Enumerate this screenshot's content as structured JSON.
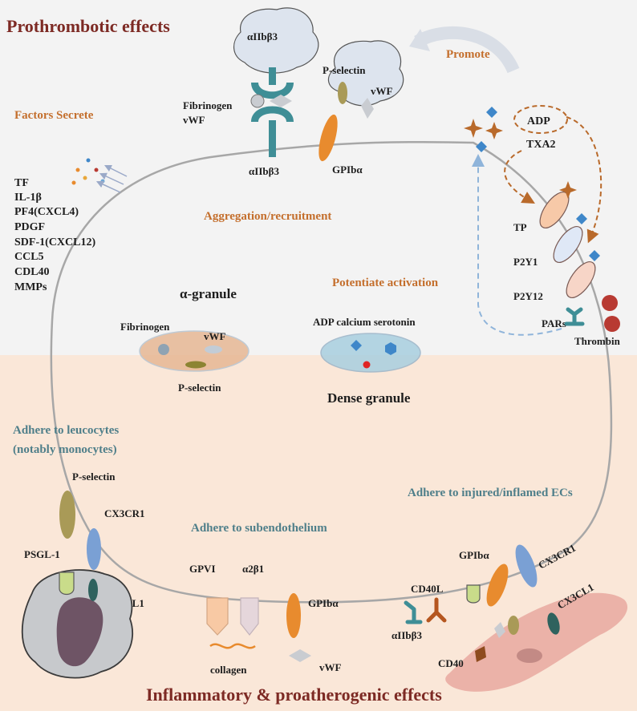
{
  "colors": {
    "top_background": "#f3f3f3",
    "bottom_background": "#fae7d8",
    "cell_border": "#a7a7a7",
    "heading_red": "#7d2a24",
    "label_orange": "#c46f2d",
    "label_teal": "#4f7f8a",
    "receptor_teal": "#3f8e96",
    "gpib_orange": "#e88b2e",
    "pselectin_olive": "#a99a57",
    "cx3cr1_blue": "#7aa0d4",
    "cx3cl1_green": "#2f625e",
    "adp_blue": "#3f87c9",
    "thrombin_red": "#b83a32",
    "arrow_brown": "#b96a2b",
    "arrow_dash_blue": "#8fb4da"
  },
  "headings": {
    "top": "Prothrombotic effects",
    "bottom": "Inflammatory & proatherogenic effects"
  },
  "top_section": {
    "promote": "Promote",
    "factors_secrete": "Factors Secrete",
    "factors": [
      "TF",
      "IL-1β",
      "PF4(CXCL4)",
      "PDGF",
      "SDF-1(CXCL12)",
      "CCL5",
      "CDL40",
      "MMPs"
    ],
    "aggregation": "Aggregation/recruitment",
    "potentiate": "Potentiate activation",
    "aiib3_top": "αIIbβ3",
    "aiib3_bottom": "αIIbβ3",
    "fibrinogen": "Fibrinogen",
    "vwf": "vWF",
    "p_selectin": "P-selectin",
    "vwf_right": "vWF",
    "gpiba": "GPIbα",
    "adp": "ADP",
    "txa2": "TXA2",
    "receptors": [
      "TP",
      "P2Y1",
      "P2Y12",
      "PARs"
    ],
    "thrombin": "Thrombin"
  },
  "granules": {
    "alpha_title": "α-granule",
    "alpha_fibrinogen": "Fibrinogen",
    "alpha_vwf": "vWF",
    "alpha_pselectin": "P-selectin",
    "dense_contents": "ADP calcium serotonin",
    "dense_title": "Dense granule"
  },
  "bottom_section": {
    "adhere_leucocytes_1": "Adhere to leucocytes",
    "adhere_leucocytes_2": "(notably monocytes)",
    "p_selectin": "P-selectin",
    "cx3cr1": "CX3CR1",
    "psgl1": "PSGL-1",
    "cx3cl1": "CX3CL1",
    "adhere_subendothelium": "Adhere to subendothelium",
    "gpvi": "GPVI",
    "a2b1": "α2β1",
    "gpiba": "GPIbα",
    "collagen": "collagen",
    "vwf": "vWF",
    "adhere_ecs": "Adhere to injured/inflamed ECs",
    "cd40l": "CD40L",
    "gpiba_ec": "GPIbα",
    "cx3cr1_ec": "CX3CR1",
    "cx3cl1_ec": "CX3CL1",
    "aiib3_ec": "αIIbβ3",
    "cd40": "CD40"
  }
}
